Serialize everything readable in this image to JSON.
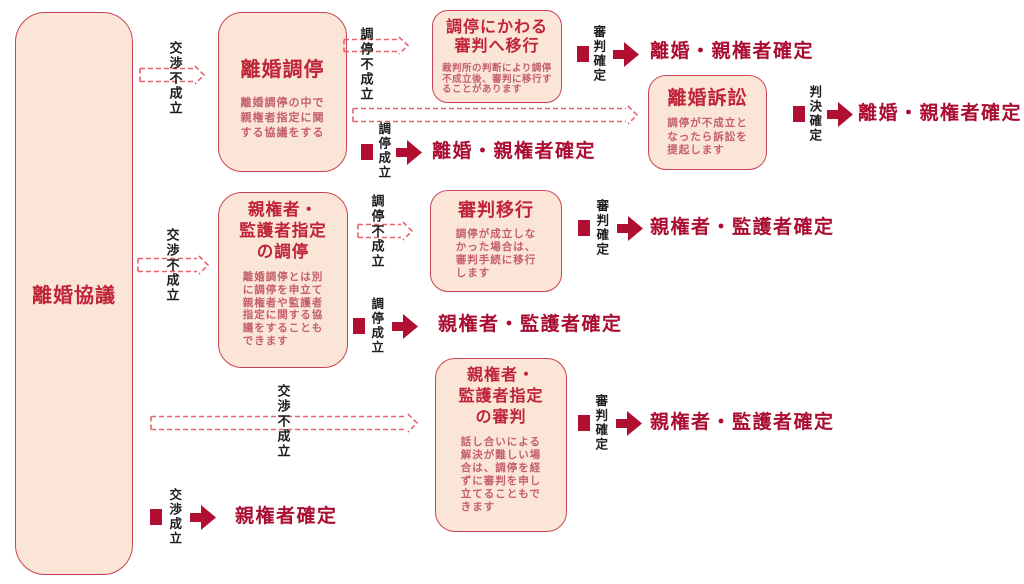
{
  "colors": {
    "box_fill": "#fbe5d6",
    "box_border": "#ca4355",
    "box_title": "#bf2438",
    "box_body": "#c4606a",
    "result_text": "#aa0d31",
    "solid_arrow": "#b00f31",
    "dashed_arrow": "#e4636e",
    "black_label": "#1d1d1d"
  },
  "boxes": {
    "kyougi": {
      "title": "離婚協議"
    },
    "rikon_choutei": {
      "title": "離婚調停",
      "body": "離婚調停の中で\n親権者指定に関\nする協議をする"
    },
    "choutei_shinpan": {
      "title": "調停にかわる\n審判へ移行",
      "body": "裁判所の判断により調停\n不成立後、審判に移行す\nることがあります"
    },
    "rikon_soshou": {
      "title": "離婚訴訟",
      "body": "調停が不成立と\nなったら訴訟を\n提起します"
    },
    "shinken_choutei": {
      "title": "親権者・\n監護者指定\nの調停",
      "body": "離婚調停とは別\nに調停を申立て\n親権者や監護者\n指定に関する協\n議をすることも\nできます"
    },
    "shinpan_ikou": {
      "title": "審判移行",
      "body": "調停が成立しな\nかった場合は、\n審判手続に移行\nします"
    },
    "shinken_shinpan": {
      "title": "親権者・\n監護者指定\nの審判",
      "body": "話し合いによる\n解決が難しい場\n合は、調停を経\nずに審判を申し\n立てることもで\nきます"
    }
  },
  "dashed_arrows": {
    "kyougi_to_choutei": {
      "label": "交渉不成立"
    },
    "kyougi_to_shinken_choutei": {
      "label": "交渉不成立"
    },
    "choutei_to_shinpan": {
      "label": "調停不成立"
    },
    "choutei_to_soshou": {
      "label": ""
    },
    "shinken_choutei_to_ikou": {
      "label": "調停不成立"
    },
    "kyougi_to_shinken_shinpan": {
      "label": "交渉不成立"
    }
  },
  "solid_rows": [
    {
      "label": "調停成立",
      "result": "離婚・親権者確定"
    },
    {
      "label": "審判確定",
      "result": "離婚・親権者確定"
    },
    {
      "label": "判決確定",
      "result": "離婚・親権者確定"
    },
    {
      "label": "審判確定",
      "result": "親権者・監護者確定"
    },
    {
      "label": "調停成立",
      "result": "親権者・監護者確定"
    },
    {
      "label": "審判確定",
      "result": "親権者・監護者確定"
    },
    {
      "label": "交渉成立",
      "result": "親権者確定"
    }
  ]
}
